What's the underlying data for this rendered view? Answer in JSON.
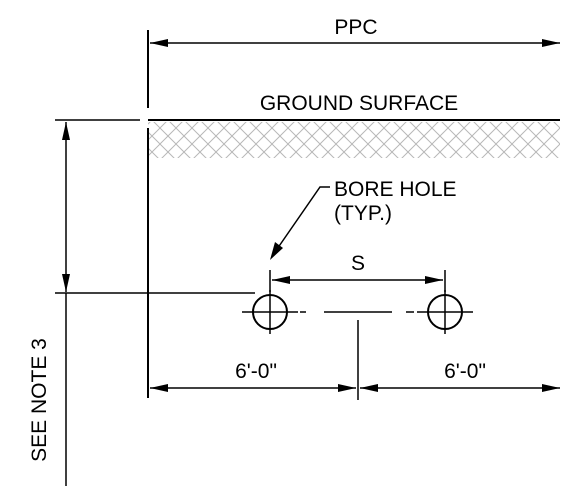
{
  "labels": {
    "ppc": "PPC",
    "ground_surface": "GROUND SURFACE",
    "bore_hole_line1": "BORE HOLE",
    "bore_hole_line2": "(TYP.)",
    "spacing": "S",
    "left_offset": "6'-0\"",
    "right_offset": "6'-0\"",
    "see_note": "SEE NOTE 3"
  },
  "colors": {
    "line": "#000000",
    "hatch": "#b8b8b8",
    "background": "#ffffff"
  }
}
